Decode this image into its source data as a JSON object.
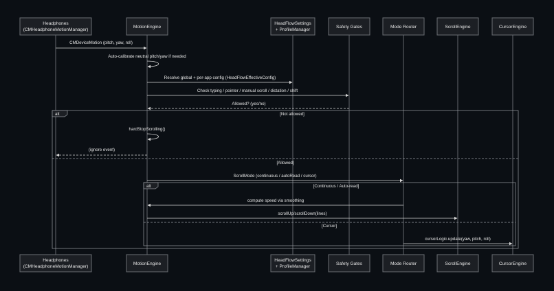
{
  "participants": [
    {
      "id": "hp",
      "lines": [
        "Headphones",
        "(CMHeadphoneMotionManager)"
      ]
    },
    {
      "id": "me",
      "lines": [
        "MotionEngine"
      ]
    },
    {
      "id": "hf",
      "lines": [
        "HeadFlowSettings",
        "+ ProfileManager"
      ]
    },
    {
      "id": "sg",
      "lines": [
        "Safety Gates"
      ]
    },
    {
      "id": "mr",
      "lines": [
        "Mode Router"
      ]
    },
    {
      "id": "se",
      "lines": [
        "ScrollEngine"
      ]
    },
    {
      "id": "ce",
      "lines": [
        "CursorEngine"
      ]
    }
  ],
  "messages": [
    {
      "from": "hp",
      "to": "me",
      "text": "CMDeviceMotion (pitch, yaw, roll)",
      "style": "solid"
    },
    {
      "from": "me",
      "to": "me",
      "text": "Auto-calibrate neutral pitch/yaw if needed",
      "style": "solid"
    },
    {
      "from": "me",
      "to": "hf",
      "text": "Resolve global + per-app config (HeadFlowEffectiveConfig)",
      "style": "solid"
    },
    {
      "from": "me",
      "to": "sg",
      "text": "Check typing / pointer / manual scroll / dictation / shift",
      "style": "solid"
    },
    {
      "from": "sg",
      "to": "me",
      "text": "Allowed? (yes/no)",
      "style": "dashed"
    },
    {
      "from": "me",
      "to": "me",
      "text": "hardStopScrolling()",
      "style": "solid"
    },
    {
      "from": "me",
      "to": "hp",
      "text": "(ignore event)",
      "style": "dashed"
    },
    {
      "from": "me",
      "to": "mr",
      "text": "ScrollMode (continuous / autoRead / cursor)",
      "style": "solid"
    },
    {
      "from": "mr",
      "to": "me",
      "text": "compute speed via smoothing",
      "style": "solid"
    },
    {
      "from": "me",
      "to": "se",
      "text": "scrollUp/scrollDown(lines)",
      "style": "solid"
    },
    {
      "from": "mr",
      "to": "ce",
      "text": "cursorLogic.update(yaw, pitch, roll)",
      "style": "solid"
    }
  ],
  "frames": [
    {
      "label": "alt",
      "sections": [
        "[Not allowed]",
        "[Allowed]"
      ]
    },
    {
      "label": "alt",
      "sections": [
        "[Continuous / Auto-read]",
        "[Cursor]"
      ]
    }
  ]
}
